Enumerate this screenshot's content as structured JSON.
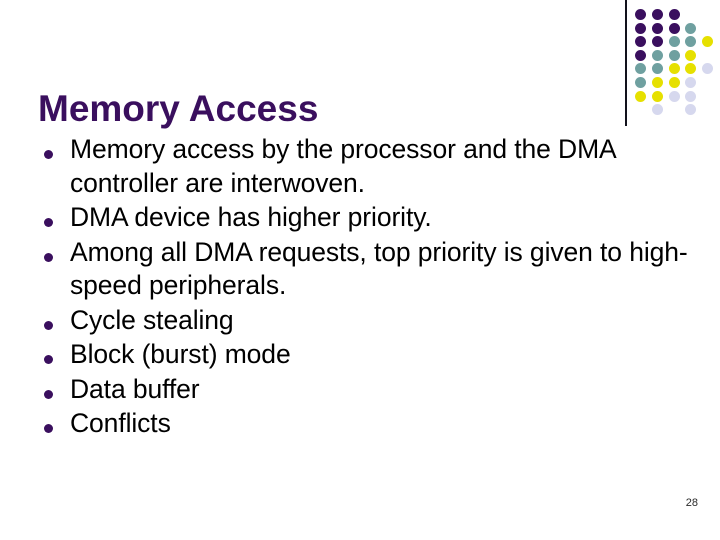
{
  "slide": {
    "title": "Memory Access",
    "page_number": "28",
    "title_color": "#3A0F5E",
    "body_color": "#000000",
    "background_color": "#FFFFFF"
  },
  "bullets": [
    {
      "text": "Memory access by the processor and the DMA controller are interwoven."
    },
    {
      "text": "DMA device has higher priority."
    },
    {
      "text": "Among all DMA requests, top priority is given to high-speed peripherals."
    },
    {
      "text": "Cycle stealing"
    },
    {
      "text": "Block (burst) mode"
    },
    {
      "text": "Data buffer"
    },
    {
      "text": "Conflicts"
    }
  ],
  "decoration": {
    "palette": {
      "purple": "#3A0F5E",
      "teal": "#6FA0A0",
      "yellow": "#E6E000",
      "lavender": "#D6D8EE"
    },
    "rule_color": "#12121C",
    "rows": [
      [
        "purple",
        "purple",
        "purple",
        null,
        null
      ],
      [
        "purple",
        "purple",
        "purple",
        "teal",
        null
      ],
      [
        "purple",
        "purple",
        "teal",
        "teal",
        "yellow"
      ],
      [
        "purple",
        "teal",
        "teal",
        "yellow",
        null
      ],
      [
        "teal",
        "teal",
        "yellow",
        "yellow",
        "lavender"
      ],
      [
        "teal",
        "yellow",
        "yellow",
        "lavender",
        null
      ],
      [
        "yellow",
        "yellow",
        "lavender",
        "lavender",
        null
      ],
      [
        null,
        "lavender",
        null,
        "lavender",
        null
      ]
    ]
  }
}
